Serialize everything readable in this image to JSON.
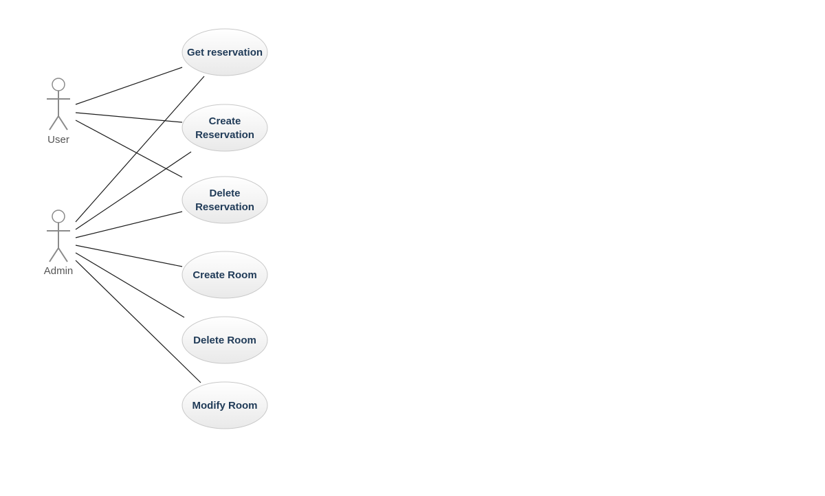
{
  "diagram": {
    "type": "uml-use-case",
    "colors": {
      "actor_stroke": "#8a8a8a",
      "actor_label": "#555555",
      "usecase_fill_top": "#ffffff",
      "usecase_fill_bottom": "#e9e9e9",
      "usecase_stroke": "#c8c8c8",
      "usecase_text": "#1f3a57",
      "association_line": "#1a1a1a"
    },
    "actors": [
      {
        "id": "user",
        "label": "User"
      },
      {
        "id": "admin",
        "label": "Admin"
      }
    ],
    "use_cases": [
      {
        "id": "get-reservation",
        "lines": [
          "Get reservation"
        ]
      },
      {
        "id": "create-reservation",
        "lines": [
          "Create",
          "Reservation"
        ]
      },
      {
        "id": "delete-reservation",
        "lines": [
          "Delete",
          "Reservation"
        ]
      },
      {
        "id": "create-room",
        "lines": [
          "Create Room"
        ]
      },
      {
        "id": "delete-room",
        "lines": [
          "Delete Room"
        ]
      },
      {
        "id": "modify-room",
        "lines": [
          "Modify Room"
        ]
      }
    ],
    "associations": [
      {
        "actor": "user",
        "use_case": "get-reservation"
      },
      {
        "actor": "user",
        "use_case": "create-reservation"
      },
      {
        "actor": "user",
        "use_case": "delete-reservation"
      },
      {
        "actor": "admin",
        "use_case": "get-reservation"
      },
      {
        "actor": "admin",
        "use_case": "create-reservation"
      },
      {
        "actor": "admin",
        "use_case": "delete-reservation"
      },
      {
        "actor": "admin",
        "use_case": "create-room"
      },
      {
        "actor": "admin",
        "use_case": "delete-room"
      },
      {
        "actor": "admin",
        "use_case": "modify-room"
      }
    ]
  }
}
